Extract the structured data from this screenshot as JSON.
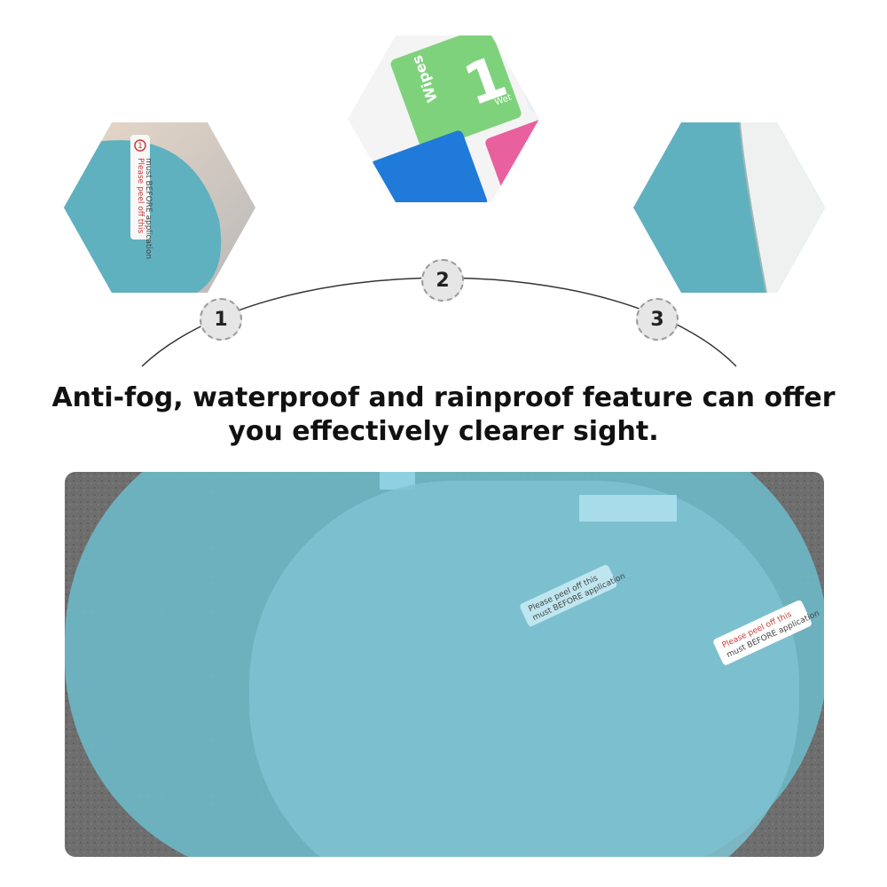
{
  "steps": [
    {
      "number": "1"
    },
    {
      "number": "2"
    },
    {
      "number": "3"
    }
  ],
  "headline": {
    "line1": "Anti-fog, waterproof and rainproof feature can offer",
    "line2": "you effectively clearer sight."
  },
  "sticker": {
    "number": "1",
    "line1": "Please peel off this",
    "line2": "must BEFORE application"
  },
  "wipes_card": {
    "brand": "Wipes",
    "step_number": "1",
    "wet_label": "Wet"
  },
  "colors": {
    "film_blue": "#5fb1c0",
    "wipe_green": "#7ed27c",
    "wipe_pink": "#e9609e",
    "wipe_blue": "#1f7ad9",
    "asphalt": "#6e6e6e"
  }
}
